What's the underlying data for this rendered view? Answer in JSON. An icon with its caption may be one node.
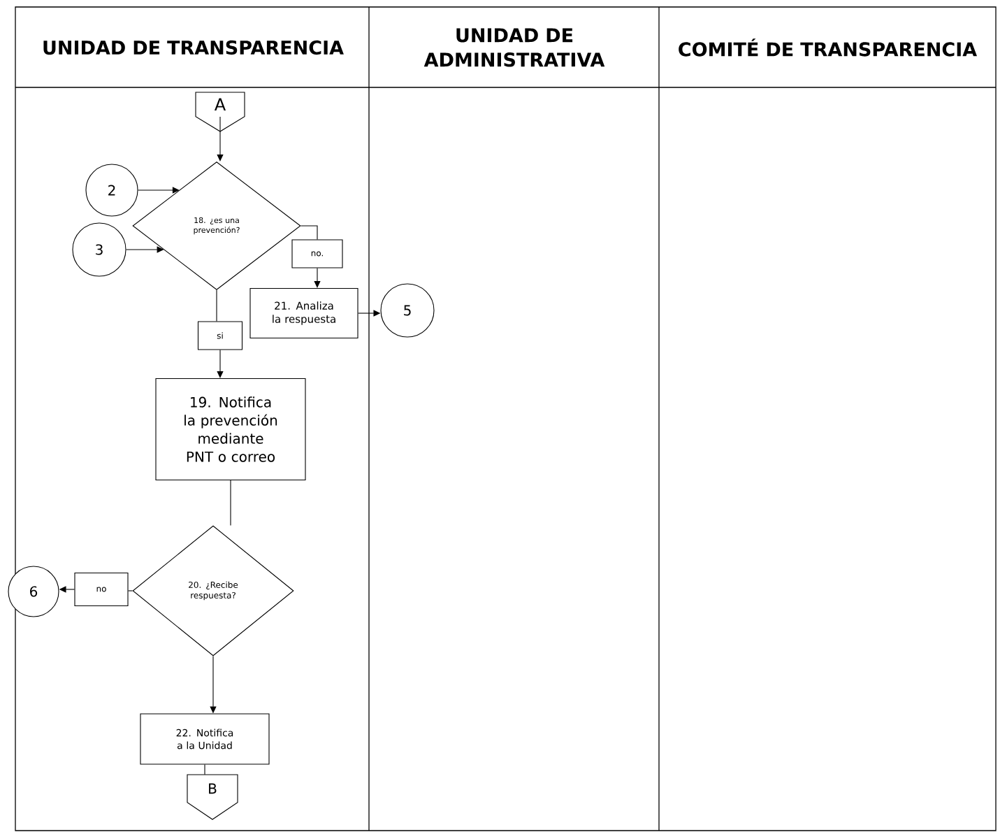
{
  "diagram": {
    "nodes": [
      {
        "text": [
          "UNIDAD DE TRANSPARENCIA"
        ]
      },
      {
        "text": [
          "UNIDAD DE ADMINISTRATIVA"
        ]
      },
      {
        "text": [
          "COMITÉ DE TRANSPARENCIA"
        ]
      },
      {
        "text": [
          "A"
        ]
      },
      {
        "text": [
          "2"
        ]
      },
      {
        "text": [
          "3"
        ]
      },
      {
        "text": [
          "18. ¿es una prevención?"
        ]
      },
      {
        "text": [
          "no."
        ]
      },
      {
        "text": [
          "21. Analiza la respuesta"
        ]
      },
      {
        "text": [
          "5"
        ]
      },
      {
        "text": [
          "si"
        ]
      },
      {
        "text": [
          "19. Notifica la prevención mediante PNT o correo"
        ]
      },
      {
        "text": [
          "20. ¿Recibe respuesta?"
        ]
      },
      {
        "text": [
          "no"
        ]
      },
      {
        "text": [
          "6"
        ]
      },
      {
        "text": [
          "22. Notifica a la Unidad"
        ]
      },
      {
        "text": [
          "B"
        ]
      }
    ],
    "edges": [
      {
        "from": 3,
        "to": 6,
        "arrow": "to"
      },
      {
        "from": 4,
        "to": 6,
        "arrow": "to"
      },
      {
        "from": 5,
        "to": 6,
        "arrow": "to"
      },
      {
        "from": 6,
        "to": 7,
        "arrow": "none"
      },
      {
        "from": 7,
        "to": 8,
        "arrow": "to"
      },
      {
        "from": 8,
        "to": 9,
        "arrow": "to"
      },
      {
        "from": 6,
        "to": 10,
        "arrow": "none"
      },
      {
        "from": 10,
        "to": 11,
        "arrow": "to"
      },
      {
        "from": 11,
        "to": 12,
        "arrow": "none"
      },
      {
        "from": 12,
        "to": 13,
        "arrow": "none"
      },
      {
        "from": 13,
        "to": 14,
        "arrow": "to"
      },
      {
        "from": 12,
        "to": 15,
        "arrow": "to"
      },
      {
        "from": 15,
        "to": 16,
        "arrow": "none"
      }
    ]
  }
}
